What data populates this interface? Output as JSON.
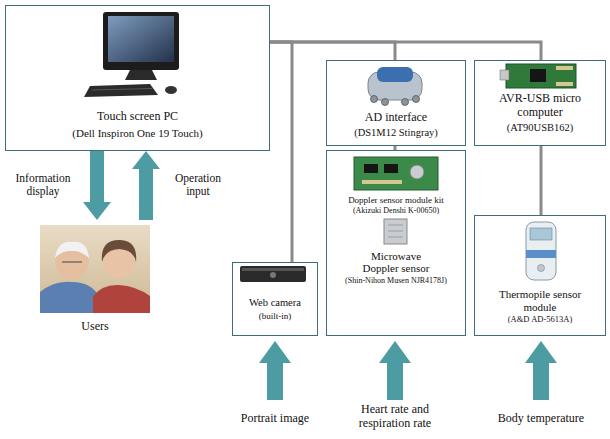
{
  "diagram": {
    "nodes": [
      {
        "text": [
          "Touch screen PC",
          "(Dell Inspiron One 19 Touch)"
        ]
      },
      {
        "text": [
          "AD interface",
          "(DS1M12 Stingray)"
        ]
      },
      {
        "text": [
          "AVR-USB micro computer",
          "(AT90USB162)"
        ]
      },
      {
        "text": [
          "Users"
        ]
      },
      {
        "text": [
          "Web camera",
          "(built-in)"
        ]
      },
      {
        "text": [
          "Doppler sensor module kit",
          "(Akizuki Denshi K-00650)",
          "Microwave Doppler sensor",
          "(Shin-Nihon Musen NJR4178J)"
        ]
      },
      {
        "text": [
          "Thermopile sensor module",
          "(A&D AD-5613A)"
        ]
      }
    ],
    "edges": [
      {
        "from": 0,
        "to": 1,
        "arrow": "none"
      },
      {
        "from": 0,
        "to": 2,
        "arrow": "none"
      },
      {
        "from": 0,
        "to": 4,
        "arrow": "none"
      },
      {
        "from": 1,
        "to": 5,
        "arrow": "none"
      },
      {
        "from": 2,
        "to": 6,
        "arrow": "none"
      },
      {
        "from": 0,
        "to": 3,
        "label": "Information display",
        "arrow": "to"
      },
      {
        "from": 3,
        "to": 0,
        "label": "Operation input",
        "arrow": "to"
      }
    ],
    "labels": [
      "Portrait image",
      "Heart rate and respiration rate",
      "Body temperature"
    ]
  }
}
